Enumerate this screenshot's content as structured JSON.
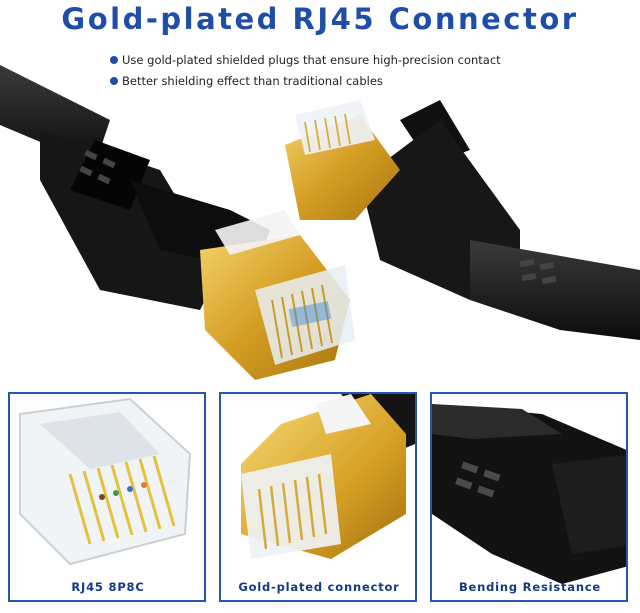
{
  "title": "Gold-plated RJ45 Connector",
  "bullets": [
    "Use gold-plated shielded plugs that ensure high-precision contact",
    "Better shielding effect than traditional cables"
  ],
  "panels": [
    {
      "caption": "RJ45 8P8C"
    },
    {
      "caption": "Gold-plated connector"
    },
    {
      "caption": "Bending Resistance"
    }
  ],
  "colors": {
    "accent": "#1f4ea8",
    "gold": "#d9a62a",
    "cable": "#151515",
    "panel_border": "#2857a8"
  }
}
